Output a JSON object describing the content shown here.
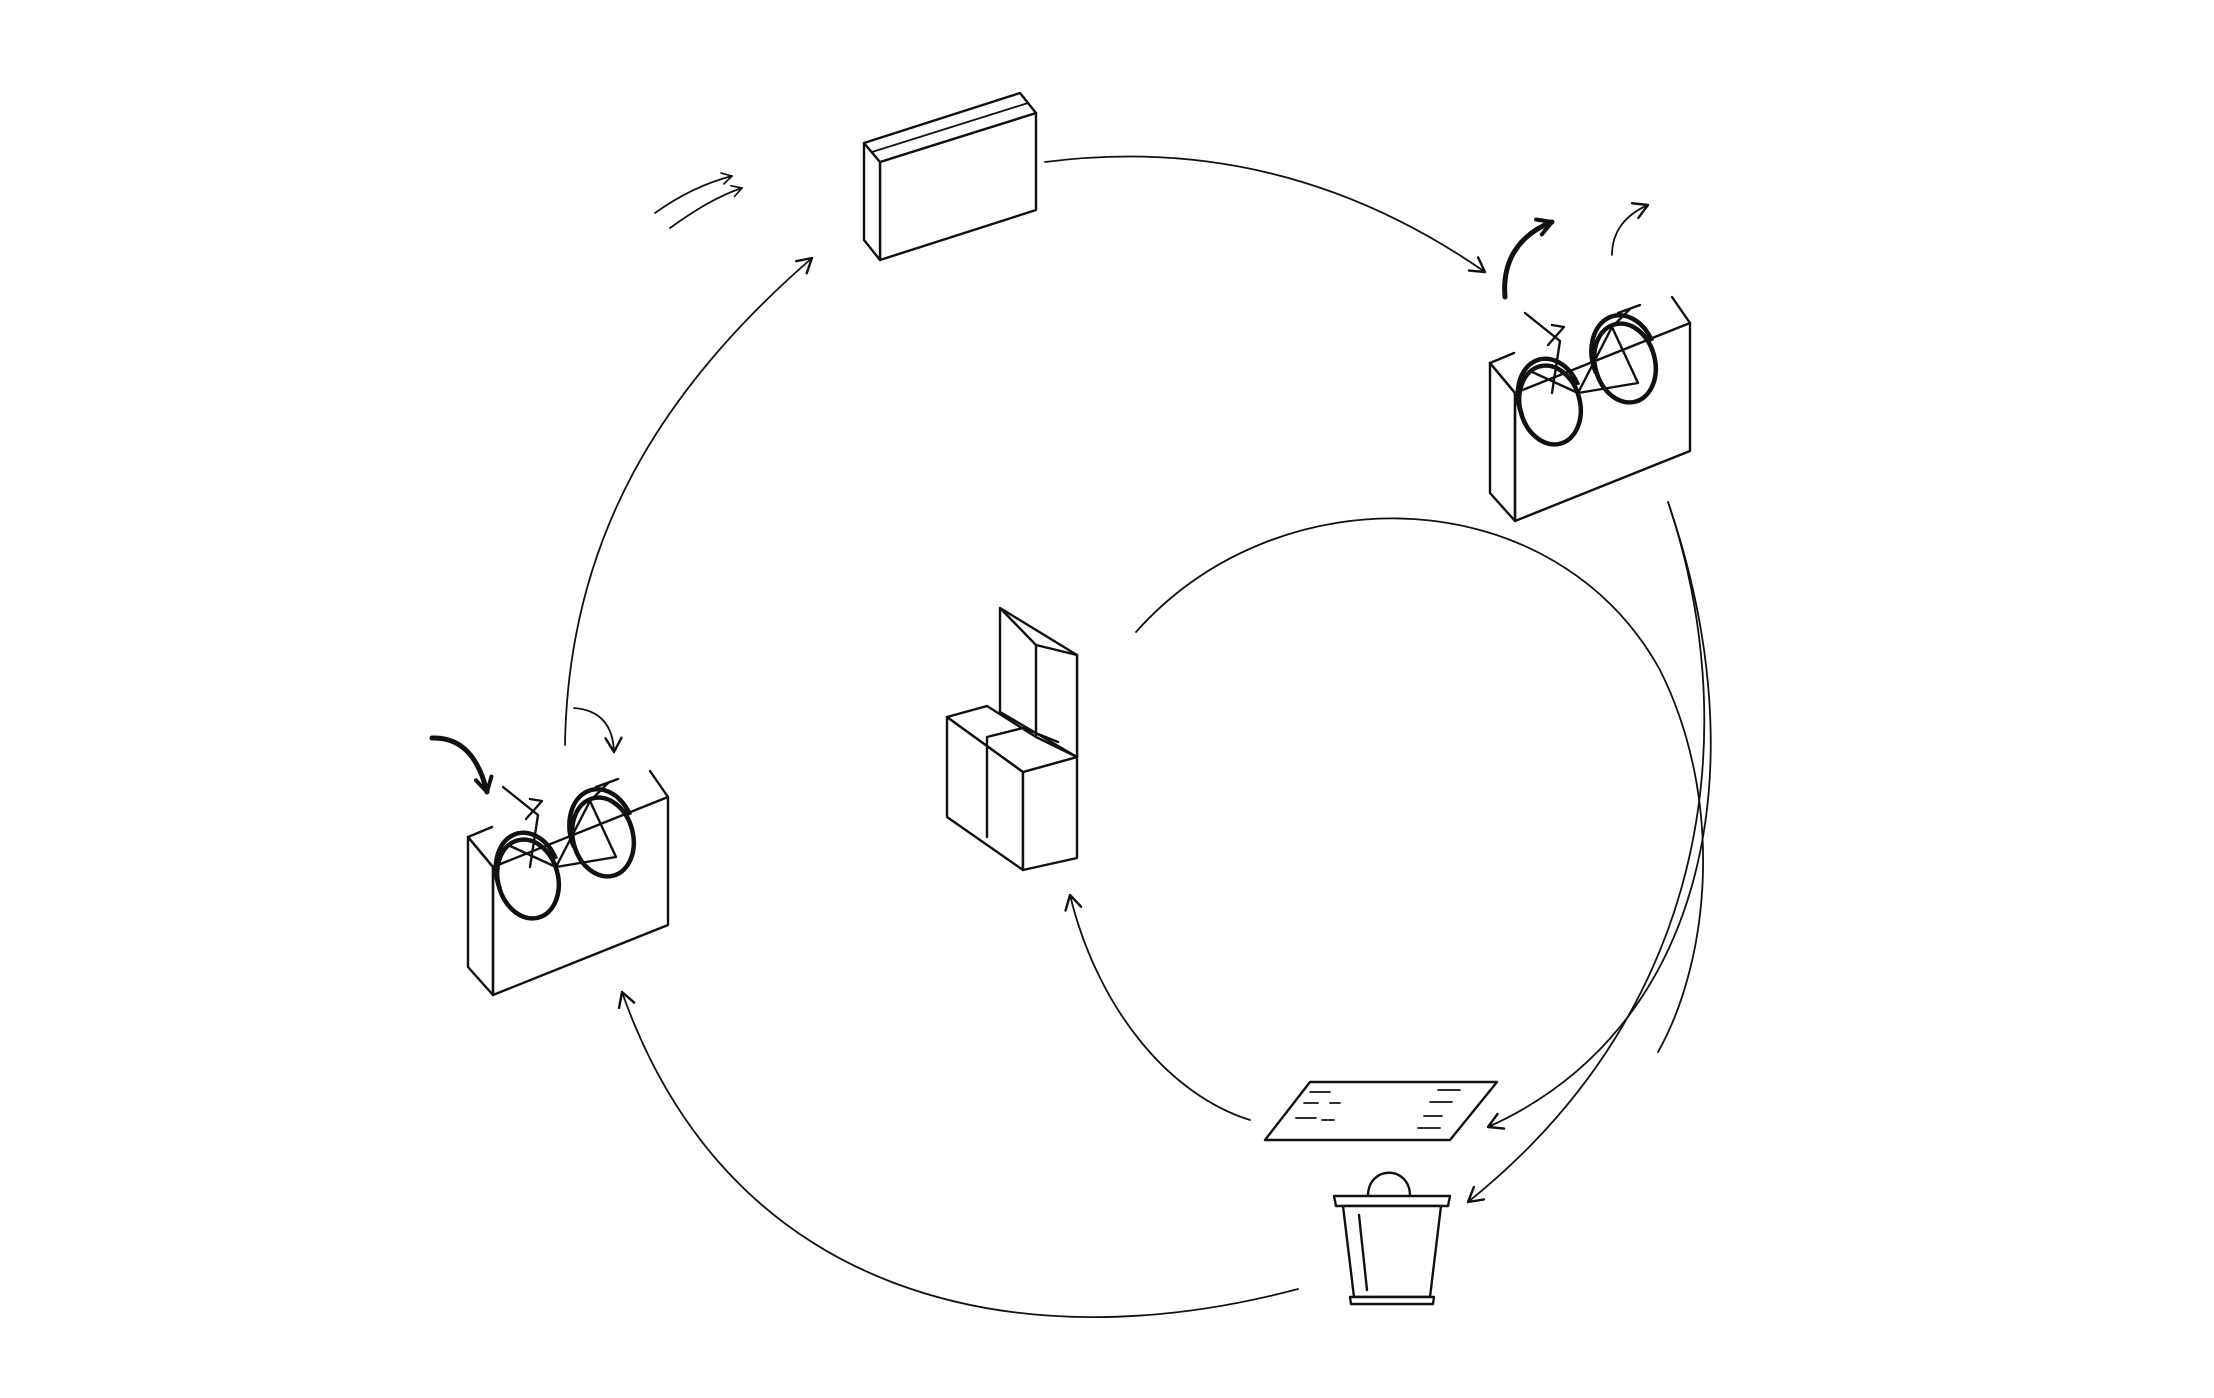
{
  "diagram": {
    "type": "circular-lifecycle",
    "background_color": "#ffffff",
    "stroke_color": "#111111",
    "nodes": [
      {
        "id": "flat-box",
        "icon": "flat-box-icon"
      },
      {
        "id": "bike-bag-unpacking",
        "icon": "bike-in-bag-icon"
      },
      {
        "id": "floor-mat",
        "icon": "floor-mat-icon"
      },
      {
        "id": "trash-bin",
        "icon": "trash-bin-icon"
      },
      {
        "id": "bike-bag-packing",
        "icon": "bike-in-bag-icon"
      },
      {
        "id": "stacked-storage",
        "icon": "stacked-boxes-icon"
      }
    ],
    "connections": [
      {
        "from": "flat-box",
        "to": "bike-bag-unpacking"
      },
      {
        "from": "bike-bag-unpacking",
        "to": "floor-mat"
      },
      {
        "from": "bike-bag-unpacking",
        "to": "trash-bin"
      },
      {
        "from": "trash-bin",
        "to": "bike-bag-packing"
      },
      {
        "from": "bike-bag-packing",
        "to": "flat-box"
      },
      {
        "from": "floor-mat",
        "to": "stacked-storage"
      },
      {
        "from": "stacked-storage",
        "to": "bike-bag-unpacking"
      }
    ]
  }
}
